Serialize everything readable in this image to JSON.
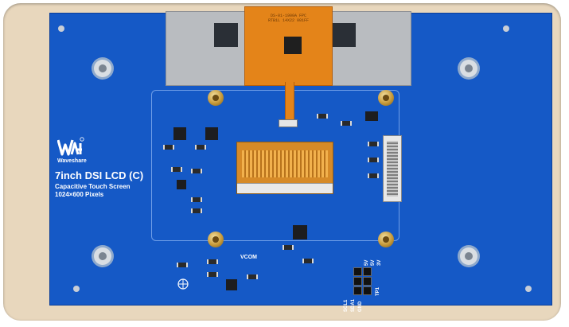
{
  "board": {
    "brand": "Waveshare",
    "title": "7inch DSI LCD (C)",
    "subtitle_line1": "Capacitive Touch Screen",
    "subtitle_line2": "1024×600 Pixels",
    "vcom_label": "VCOM",
    "header_labels": [
      "SCL1",
      "SDA1",
      "GND"
    ],
    "header_labels_right": [
      "5V",
      "5V",
      "3V"
    ],
    "header_side_label": "TP1",
    "logo_icon": "waveshare-logo-icon"
  },
  "fpc": {
    "marking": "DS-01-1900A FPC\nRTB1L 14X22 001FF"
  },
  "colors": {
    "pcb": "#1559c6",
    "frame": "#e8d7bd",
    "fpc": "#e48419"
  }
}
